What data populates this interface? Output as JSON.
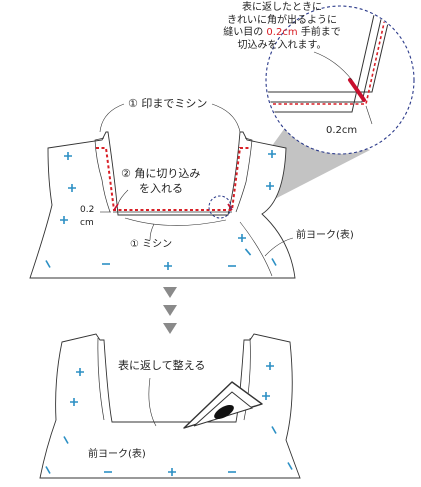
{
  "colors": {
    "fabric_outline": "#333333",
    "stitch_line": "#d81f26",
    "cut_mark": "#c8102e",
    "plus_sign": "#2b8fc4",
    "minus_sign": "#2b8fc4",
    "zoom_circle": "#2b3a8a",
    "zoom_beam": "#bdbdbd",
    "step_arrow": "#8a8a8a"
  },
  "callout": {
    "line1": "表に返したときに",
    "line2": "きれいに角が出るように",
    "line3_pre": "縫い目の",
    "line3_highlight": "0.2cm",
    "line3_post": "手前まで",
    "line4": "切込みを入れます。"
  },
  "zoom": {
    "measure_label": "0.2cm"
  },
  "step1": {
    "sew_to_mark": "① 印までミシン",
    "clip_corner_line1": "② 角に切り込み",
    "clip_corner_line2": "を入れる",
    "seam_allowance_value": "0.2",
    "seam_allowance_unit": "cm",
    "sew_label": "① ミシン",
    "piece_label": "前ヨーク(表)"
  },
  "step2": {
    "turn_press_label": "表に返して整える",
    "piece_label": "前ヨーク(表)"
  },
  "icons": {
    "iron": "iron-icon",
    "step_arrows": "triangle-down-icon"
  }
}
